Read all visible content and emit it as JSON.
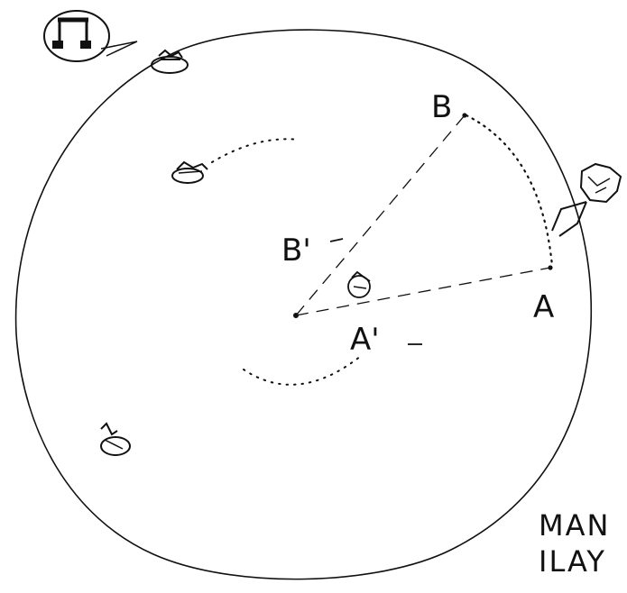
{
  "diagram": {
    "labels": {
      "B": "B",
      "A": "A",
      "B_prime": "B'",
      "A_prime": "A'"
    },
    "corner_text": {
      "line1": "MAN",
      "line2": "ILAY"
    },
    "icons": {
      "music_bubble": "music-note-icon",
      "vehicles": [
        "boat-icon",
        "boat-icon",
        "boat-icon",
        "boat-icon"
      ],
      "person": "person-icon"
    },
    "colors": {
      "ink": "#111111",
      "background": "#ffffff"
    }
  }
}
